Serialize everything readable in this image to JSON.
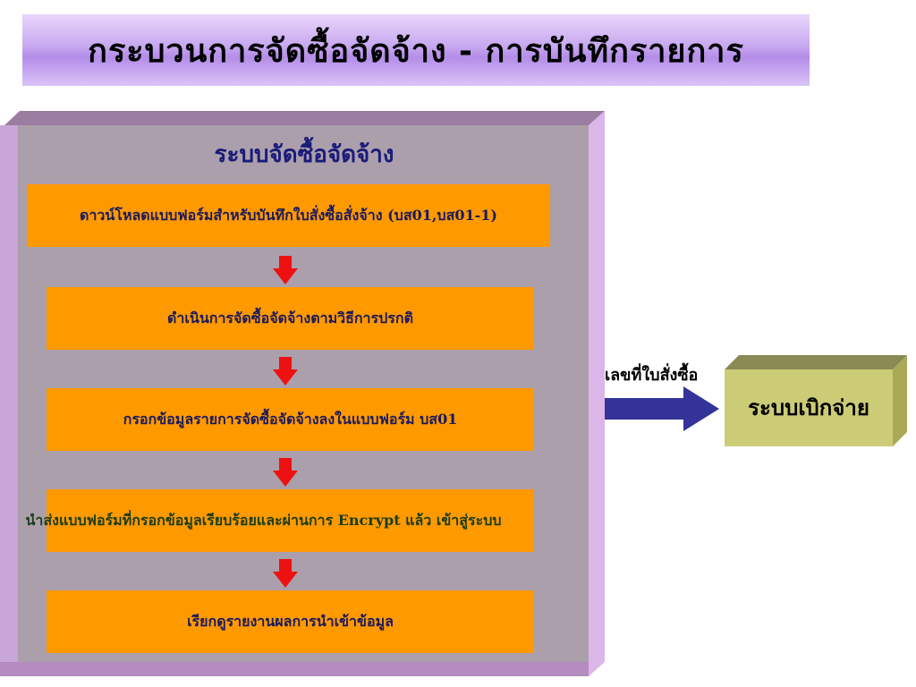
{
  "title": "กระบวนการจัดซื้อจัดจ้าง - การบันทึกรายการ",
  "system_title": "ระบบจัดซื้อจัดจ้าง",
  "steps": [
    "ดาวน์โหลดแบบฟอร์มสำหรับบันทึกใบสั่งซื้อสั่งจ้าง (บส01,บส01-1)",
    "ดำเนินการจัดซื้อจัดจ้างตามวิธีการปรกติ",
    "กรอกข้อมูลรายการจัดซื้อจัดจ้างลงในแบบฟอร์ม บส01",
    "นำส่งแบบฟอร์มที่กรอกข้อมูลเรียบร้อยและผ่านการ Encrypt แล้ว เข้าสู่ระบบ",
    "เรียกดูรายงานผลการนำเข้าข้อมูล"
  ],
  "connector_label": "เลขที่ใบสั่งซื้อ",
  "target_system": "ระบบเบิกจ่าย",
  "colors": {
    "step_fill": "#ff9900",
    "arrow_down": "#ee1111",
    "arrow_right": "#33339a",
    "container_face": "#ab9fab",
    "container_side": "#dcb6e8",
    "target_face": "#cccc77"
  }
}
